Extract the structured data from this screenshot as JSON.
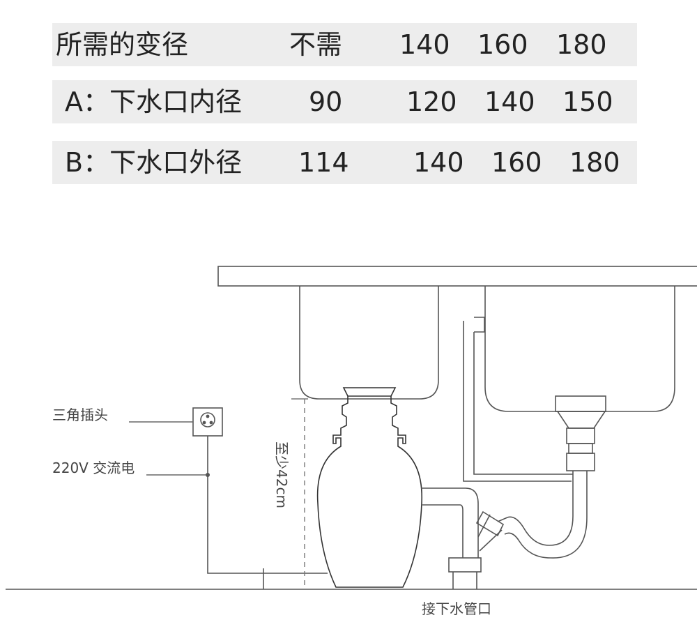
{
  "table": {
    "rows": [
      [
        "所需的变径",
        "不需",
        "140",
        "160",
        "180"
      ],
      [
        "A：下水口内径",
        "90",
        "120",
        "140",
        "150"
      ],
      [
        "B：下水口外径",
        "114",
        "140",
        "160",
        "180"
      ]
    ]
  },
  "diagram": {
    "labels": {
      "plug": "三角插头",
      "power": "220V 交流电",
      "height": "至少42cm",
      "drain": "接下水管口"
    },
    "colors": {
      "line": "#555555",
      "unit_outline": "#333333",
      "table_bg": "#ededed",
      "text": "#222222"
    }
  }
}
